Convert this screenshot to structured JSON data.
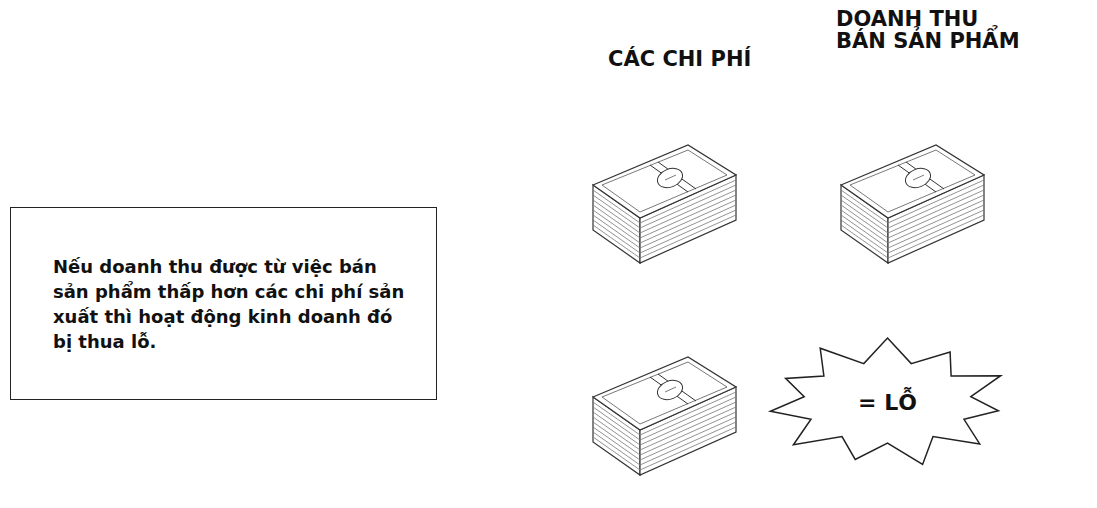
{
  "diagram": {
    "nodes": [
      {
        "text": [
          "Nếu doanh thu được từ việc bán sản phẩm thấp hơn các chi phí sản xuất thì hoạt động kinh doanh đó bị thua lỗ."
        ]
      },
      {
        "text": [
          "= LỖ"
        ]
      }
    ],
    "labels": [
      "CÁC CHI PHÍ",
      "DOANH THU BÁN SẢN PHẨM"
    ]
  }
}
